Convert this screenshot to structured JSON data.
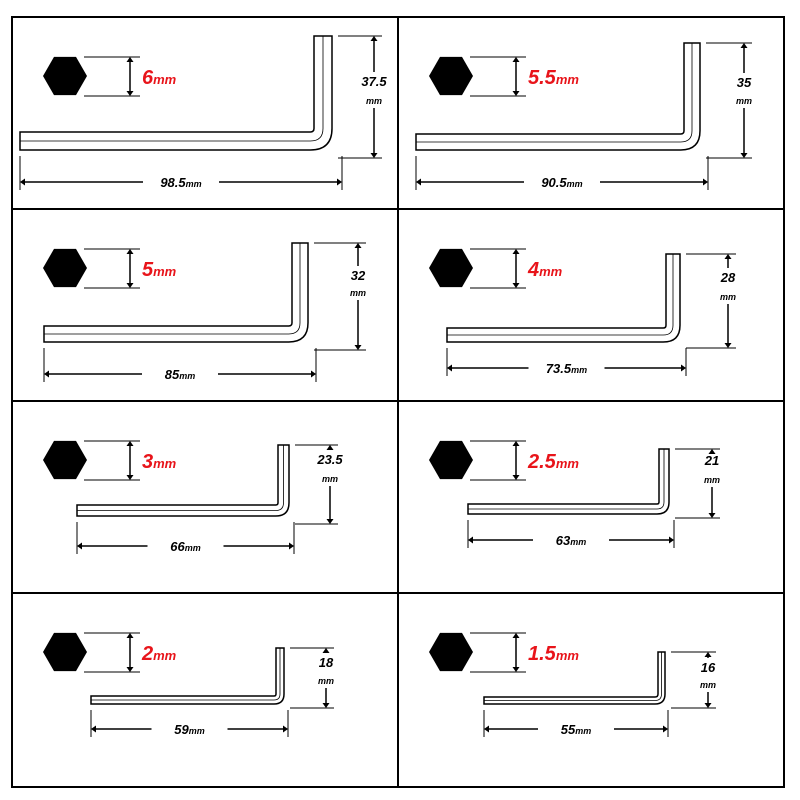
{
  "colors": {
    "background": "#ffffff",
    "border": "#000000",
    "hexagon": "#000000",
    "size_label": "#e8141a",
    "dimension_text": "#000000"
  },
  "icons": {
    "hex": "hexagon-icon"
  },
  "wrenches": [
    {
      "size_number": "6",
      "size_unit": "mm",
      "long_arm": "98.5",
      "long_unit": "mm",
      "short_arm": "37.5",
      "short_unit": "mm"
    },
    {
      "size_number": "5.5",
      "size_unit": "mm",
      "long_arm": "90.5",
      "long_unit": "mm",
      "short_arm": "35",
      "short_unit": "mm"
    },
    {
      "size_number": "5",
      "size_unit": "mm",
      "long_arm": "85",
      "long_unit": "mm",
      "short_arm": "32",
      "short_unit": "mm"
    },
    {
      "size_number": "4",
      "size_unit": "mm",
      "long_arm": "73.5",
      "long_unit": "mm",
      "short_arm": "28",
      "short_unit": "mm"
    },
    {
      "size_number": "3",
      "size_unit": "mm",
      "long_arm": "66",
      "long_unit": "mm",
      "short_arm": "23.5",
      "short_unit": "mm"
    },
    {
      "size_number": "2.5",
      "size_unit": "mm",
      "long_arm": "63",
      "long_unit": "mm",
      "short_arm": "21",
      "short_unit": "mm"
    },
    {
      "size_number": "2",
      "size_unit": "mm",
      "long_arm": "59",
      "long_unit": "mm",
      "short_arm": "18",
      "short_unit": "mm"
    },
    {
      "size_number": "1.5",
      "size_unit": "mm",
      "long_arm": "55",
      "long_unit": "mm",
      "short_arm": "16",
      "short_unit": "mm"
    }
  ]
}
